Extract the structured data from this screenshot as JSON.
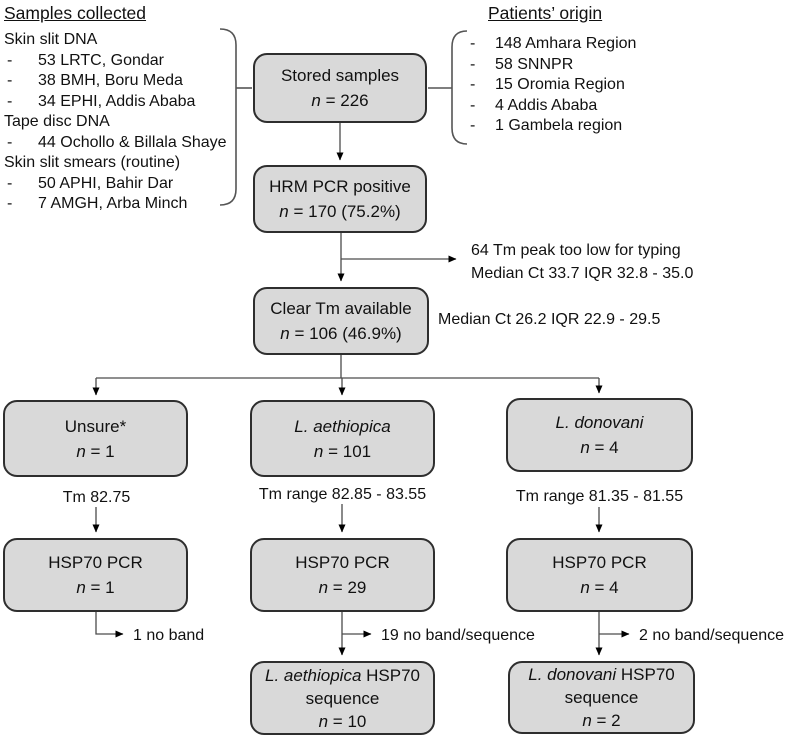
{
  "colors": {
    "box_fill": "#d9d9d9",
    "box_border": "#2e2e2e",
    "connector": "#4c4c4c",
    "arrowhead": "#000000",
    "text": "#111111"
  },
  "samples_collected": {
    "title": "Samples collected",
    "bullet": "-",
    "lines": [
      {
        "bullet": "",
        "text": "Skin slit DNA"
      },
      {
        "bullet": "-",
        "text": "53 LRTC, Gondar"
      },
      {
        "bullet": "-",
        "text": "38 BMH, Boru Meda"
      },
      {
        "bullet": "-",
        "text": "34 EPHI, Addis Ababa"
      },
      {
        "bullet": "",
        "text": "Tape disc DNA"
      },
      {
        "bullet": "-",
        "text": "44 Ochollo & Billala Shaye"
      },
      {
        "bullet": "",
        "text": "Skin slit smears (routine)"
      },
      {
        "bullet": "-",
        "text": "50 APHI, Bahir Dar"
      },
      {
        "bullet": "-",
        "text": "7 AMGH, Arba Minch"
      }
    ]
  },
  "patients_origin": {
    "title": "Patients’ origin",
    "lines": [
      {
        "bullet": "-",
        "text": "148 Amhara Region"
      },
      {
        "bullet": "-",
        "text": "58 SNNPR"
      },
      {
        "bullet": "-",
        "text": "15 Oromia Region"
      },
      {
        "bullet": "-",
        "text": "4 Addis Ababa"
      },
      {
        "bullet": "-",
        "text": "1 Gambela region"
      }
    ]
  },
  "boxes": {
    "stored": {
      "title": "Stored samples",
      "n_italic": "n",
      "n_rest": " = 226"
    },
    "hrm": {
      "title": "HRM PCR positive",
      "n_italic": "n",
      "n_rest": " = 170 (75.2%)"
    },
    "clear_tm": {
      "title": "Clear Tm available",
      "n_italic": "n",
      "n_rest": " = 106 (46.9%)"
    },
    "unsure": {
      "title": "Unsure*",
      "n_italic": "n",
      "n_rest": " = 1"
    },
    "aethiopica": {
      "title_italic": "L. aethiopica",
      "n_italic": "n",
      "n_rest": " = 101"
    },
    "donovani": {
      "title_italic": "L. donovani",
      "n_italic": "n",
      "n_rest": " = 4"
    },
    "hsp70_unsure": {
      "title": "HSP70 PCR",
      "n_italic": "n",
      "n_rest": " = 1"
    },
    "hsp70_aethiopica": {
      "title": "HSP70 PCR",
      "n_italic": "n",
      "n_rest": " = 29"
    },
    "hsp70_donovani": {
      "title": "HSP70 PCR",
      "n_italic": "n",
      "n_rest": " = 4"
    },
    "seq_aethiopica": {
      "title_italic": "L. aethiopica",
      "title_rest": " HSP70",
      "line2": "sequence",
      "n_italic": "n",
      "n_rest": " = 10"
    },
    "seq_donovani": {
      "title_italic": "L. donovani",
      "title_rest": " HSP70",
      "line2": "sequence",
      "n_italic": "n",
      "n_rest": " = 2"
    }
  },
  "annotations": {
    "tm_low_line1": "64 Tm peak too low for typing",
    "tm_low_line2": "Median Ct 33.7 IQR 32.8 - 35.0",
    "clear_ct": "Median Ct 26.2 IQR 22.9 - 29.5",
    "tm_unsure": "Tm 82.75",
    "tm_aethiopica": "Tm range 82.85 - 83.55",
    "tm_donovani": "Tm range 81.35 - 81.55",
    "no_band_unsure": "1 no band",
    "no_band_aethiopica": "19 no band/sequence",
    "no_band_donovani": "2 no band/sequence"
  }
}
